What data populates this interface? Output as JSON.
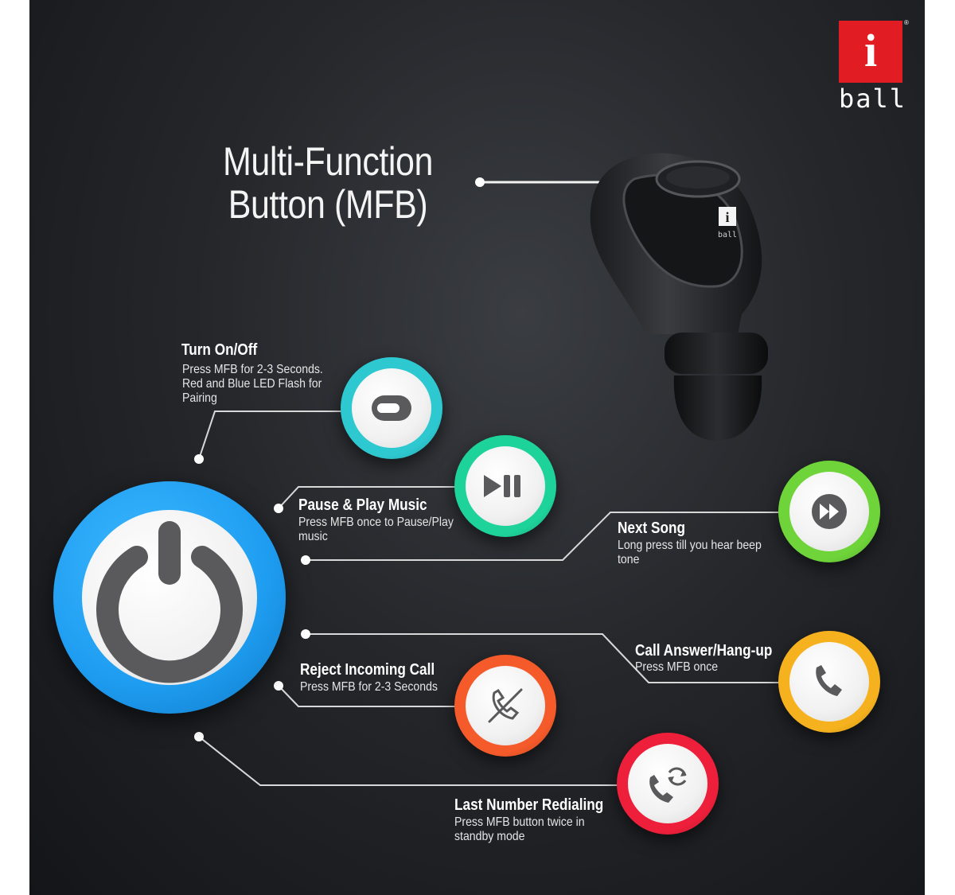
{
  "brand": {
    "logo_letter": "i",
    "logo_word": "ball",
    "logo_registered": "®",
    "red": "#e11d23"
  },
  "mfb": {
    "title_line1": "Multi-Function",
    "title_line2": "Button (MFB)"
  },
  "product": {
    "name": "earbud",
    "mini_logo_letter": "i",
    "mini_logo_word": "ball"
  },
  "power": {
    "icon": "power-icon",
    "ring_color": "#1e9cf0"
  },
  "functions": [
    {
      "title": "Turn On/Off",
      "description": "Press MFB for 2-3 Seconds. Red and Blue LED Flash for Pairing",
      "icon": "toggle-icon",
      "ring_color": "#2ec8d0"
    },
    {
      "title": "Pause & Play Music",
      "description": "Press MFB once to Pause/Play music",
      "icon": "play-pause-icon",
      "ring_color": "#1ed39a"
    },
    {
      "title": "Next Song",
      "description": "Long press till you hear beep tone",
      "icon": "fast-forward-icon",
      "ring_color": "#6ed43a"
    },
    {
      "title": "Call Answer/Hang-up",
      "description": "Press MFB once",
      "icon": "phone-icon",
      "ring_color": "#f6b21e"
    },
    {
      "title": "Reject Incoming Call",
      "description": "Press MFB for 2-3 Seconds",
      "icon": "phone-reject-icon",
      "ring_color": "#f45a2a"
    },
    {
      "title": "Last Number Redialing",
      "description": "Press MFB button twice in standby mode",
      "icon": "phone-redial-icon",
      "ring_color": "#ee1f3a"
    }
  ]
}
